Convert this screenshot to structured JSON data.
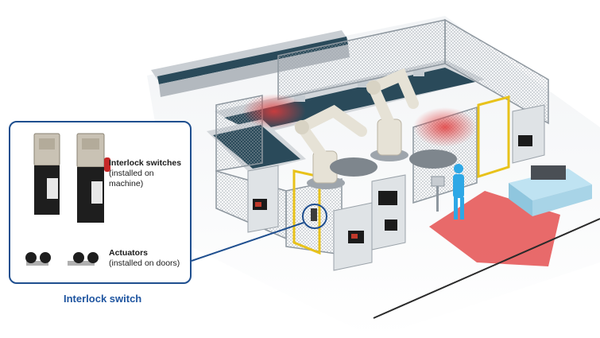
{
  "callout": {
    "switches_label": "Interlock switches",
    "switches_sublabel": "(installed on machine)",
    "actuators_label": "Actuators",
    "actuators_sublabel": "(installed on doors)"
  },
  "caption": "Interlock switch",
  "colors": {
    "callout_border": "#1f4f8f",
    "caption": "#1f55a0",
    "safety_zone": "#e23a3a",
    "guard_frame": "#e8c21a",
    "conveyor_belt": "#2a4a5a",
    "robot": "#e6e2d6",
    "operator": "#2ea8e6"
  }
}
